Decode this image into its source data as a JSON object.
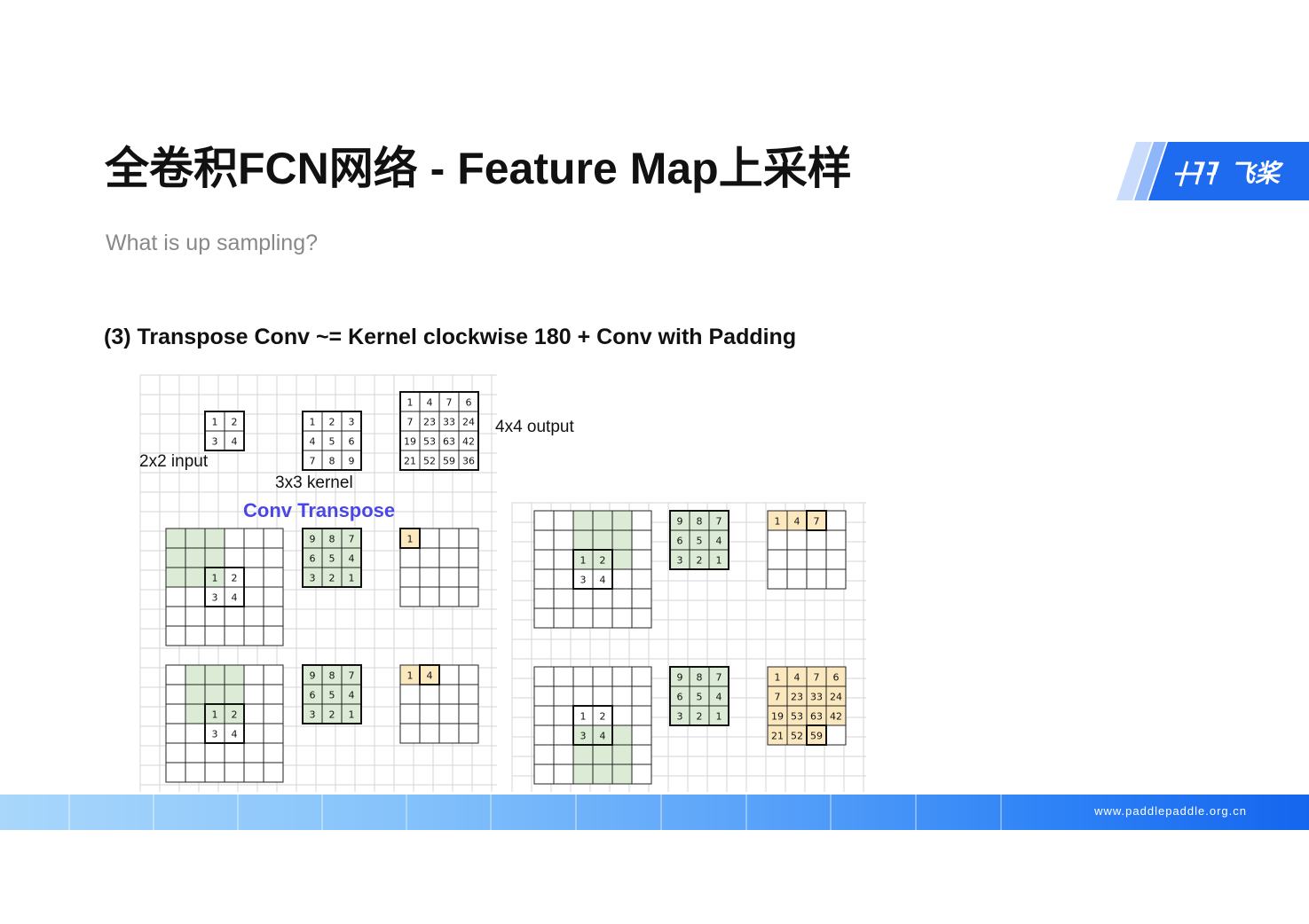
{
  "slide": {
    "title": "全卷积FCN网络 - Feature Map上采样",
    "subtitle": "What is up sampling?",
    "heading": "(3) Transpose Conv ~= Kernel clockwise 180 + Conv with Padding"
  },
  "logo": {
    "text": "飞桨",
    "colors": [
      "#c9dcfb",
      "#8fb6f8",
      "#1f6bf0"
    ]
  },
  "footer": {
    "url": "www.paddlepaddle.org.cn"
  },
  "labels": {
    "input": "2x2 input",
    "kernel": "3x3 kernel",
    "output": "4x4 output",
    "conv_transpose": "Conv Transpose"
  },
  "matrices": {
    "input": [
      [
        "1",
        "2"
      ],
      [
        "3",
        "4"
      ]
    ],
    "kernel": [
      [
        "1",
        "2",
        "3"
      ],
      [
        "4",
        "5",
        "6"
      ],
      [
        "7",
        "8",
        "9"
      ]
    ],
    "kernel_rot": [
      [
        "9",
        "8",
        "7"
      ],
      [
        "6",
        "5",
        "4"
      ],
      [
        "3",
        "2",
        "1"
      ]
    ],
    "output": [
      [
        "1",
        "4",
        "7",
        "6"
      ],
      [
        "7",
        "23",
        "33",
        "24"
      ],
      [
        "19",
        "53",
        "63",
        "42"
      ],
      [
        "21",
        "52",
        "59",
        "36"
      ]
    ]
  },
  "colors": {
    "green": "#dcebd5",
    "yellow": "#fbe8bf",
    "accent": "#4b46e6"
  }
}
